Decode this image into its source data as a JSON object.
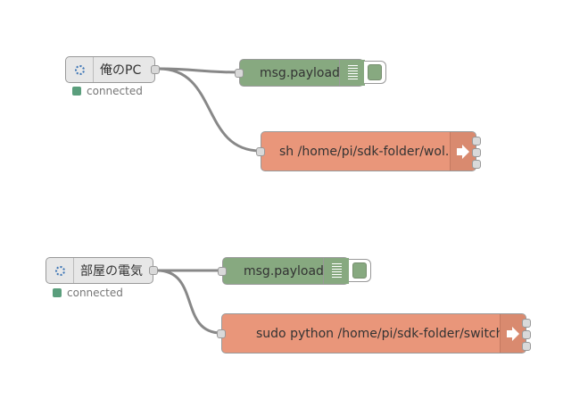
{
  "flow1": {
    "inject": {
      "label": "俺のPC",
      "status": "connected",
      "icon": "dotted-ring-icon"
    },
    "debug": {
      "label": "msg.payload",
      "icon": "list-icon"
    },
    "exec": {
      "label": "sh /home/pi/sdk-folder/wol.sh",
      "icon": "arrow-right-icon"
    }
  },
  "flow2": {
    "inject": {
      "label": "部屋の電気",
      "status": "connected",
      "icon": "dotted-ring-icon"
    },
    "debug": {
      "label": "msg.payload",
      "icon": "list-icon"
    },
    "exec": {
      "label": "sudo python /home/pi/sdk-folder/switch.py",
      "icon": "arrow-right-icon"
    }
  },
  "colors": {
    "inject": "#e7e7e7",
    "debug": "#87a980",
    "exec": "#e9967a",
    "status_connected": "#5a9e7c",
    "wire": "#888888"
  }
}
